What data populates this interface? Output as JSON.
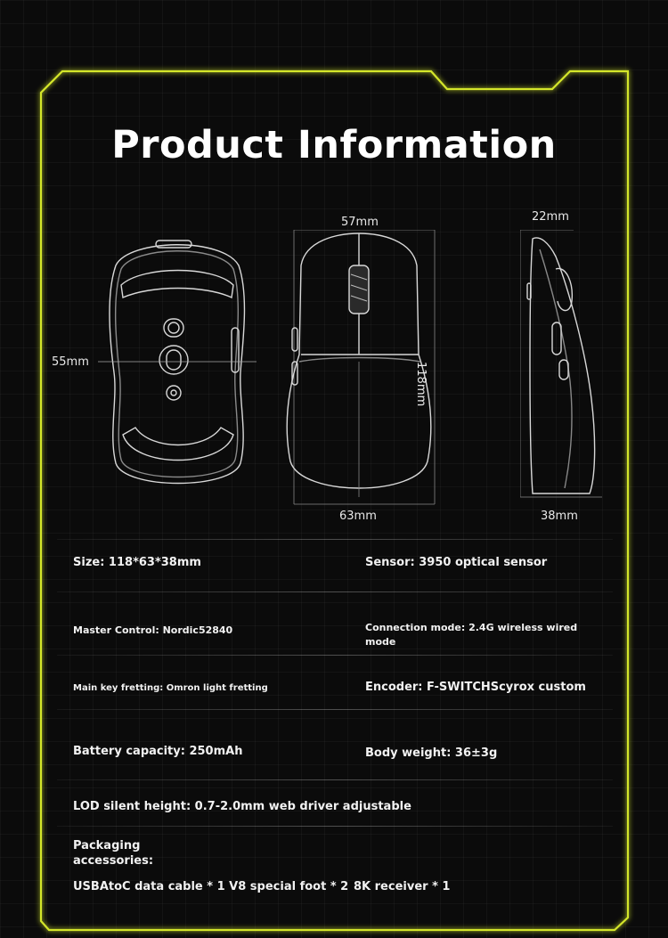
{
  "page": {
    "title": "Product Information",
    "accent_color": "#d4e62a"
  },
  "dimensions": {
    "bottom_view_width": "55mm",
    "top_view_width": "57mm",
    "top_view_length": "118mm",
    "top_view_base_width": "63mm",
    "side_view_top": "22mm",
    "side_view_height": "38mm"
  },
  "specs": {
    "size": "Size: 118*63*38mm",
    "sensor": "Sensor: 3950 optical sensor",
    "master_control": "Master Control: Nordic52840",
    "connection_mode": "Connection mode: 2.4G wireless wired mode",
    "main_key": "Main key fretting: Omron light fretting",
    "encoder": "Encoder: F-SWITCHScyrox custom",
    "battery": "Battery capacity: 250mAh",
    "weight": "Body weight: 36±3g",
    "lod": "LOD silent height: 0.7-2.0mm web driver adjustable",
    "packaging_label": "Packaging accessories:",
    "packaging_item_1": "USBAtoC data cable * 1 V8 special foot * 2",
    "packaging_item_2": "8K receiver * 1"
  }
}
